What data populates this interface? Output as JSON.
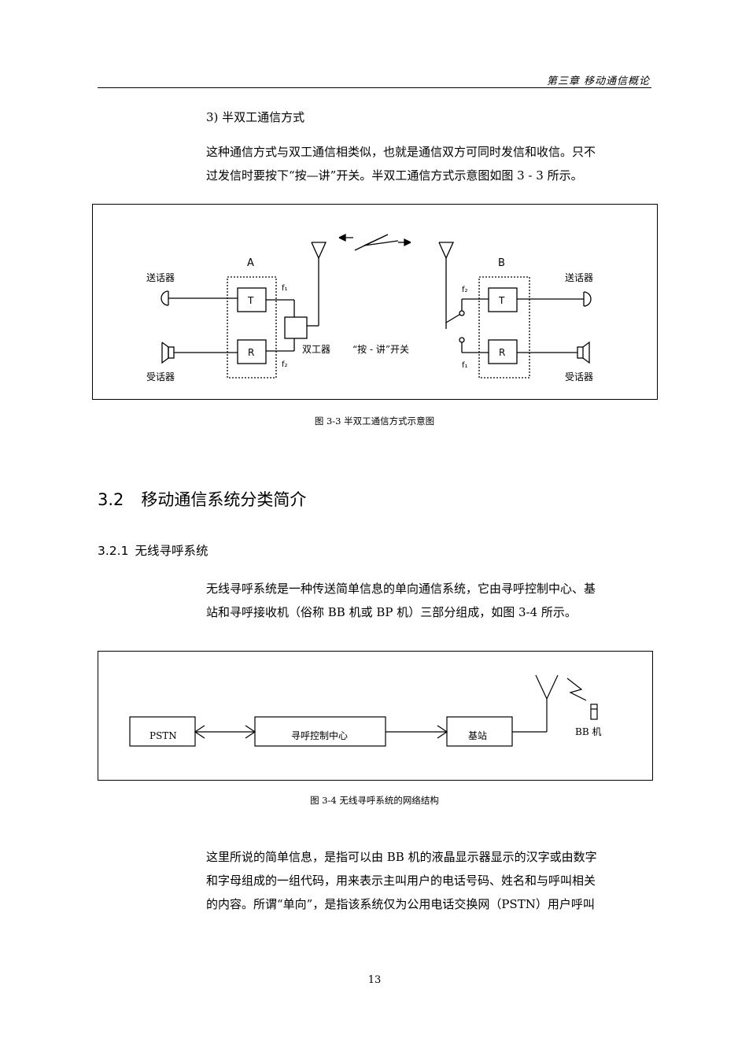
{
  "header": {
    "chapter": "第三章  移动通信概论"
  },
  "item3": {
    "title": "3) 半双工通信方式"
  },
  "para1": {
    "line1": "这种通信方式与双工通信相类似，也就是通信双方可同时发信和收信。只不",
    "line2": "过发信时要按下“按—讲”开关。半双工通信方式示意图如图 3 - 3 所示。"
  },
  "fig33": {
    "label_a": "A",
    "label_b": "B",
    "sender_left": "送话器",
    "receiver_left": "受话器",
    "sender_right": "送话器",
    "receiver_right": "受话器",
    "t_left": "T",
    "r_left": "R",
    "t_right": "T",
    "r_right": "R",
    "f1_left": "f₁",
    "f2_left": "f₂",
    "f2_right": "f₂",
    "f1_right": "f₁",
    "duplexer": "双工器",
    "ptt_switch": "“按 - 讲”开关",
    "caption": "图 3-3    半双工通信方式示意图"
  },
  "section": {
    "number": "3.2",
    "title": "移动通信系统分类简介"
  },
  "subsection": {
    "number": "3.2.1",
    "title": "无线寻呼系统"
  },
  "para2": {
    "line1": "无线寻呼系统是一种传送简单信息的单向通信系统，它由寻呼控制中心、基",
    "line2": "站和寻呼接收机（俗称 BB 机或 BP 机）三部分组成，如图 3-4 所示。"
  },
  "fig34": {
    "pstn": "PSTN",
    "control_center": "寻呼控制中心",
    "base_station": "基站",
    "bb": "BB 机",
    "caption": "图 3-4    无线寻呼系统的网络结构"
  },
  "para3": {
    "line1": "这里所说的简单信息，是指可以由 BB 机的液晶显示器显示的汉字或由数字",
    "line2": "和字母组成的一组代码，用来表示主叫用户的电话号码、姓名和与呼叫相关",
    "line3": "的内容。所谓“单向”，是指该系统仅为公用电话交换网（PSTN）用户呼叫"
  },
  "footer": {
    "page_number": "13"
  }
}
